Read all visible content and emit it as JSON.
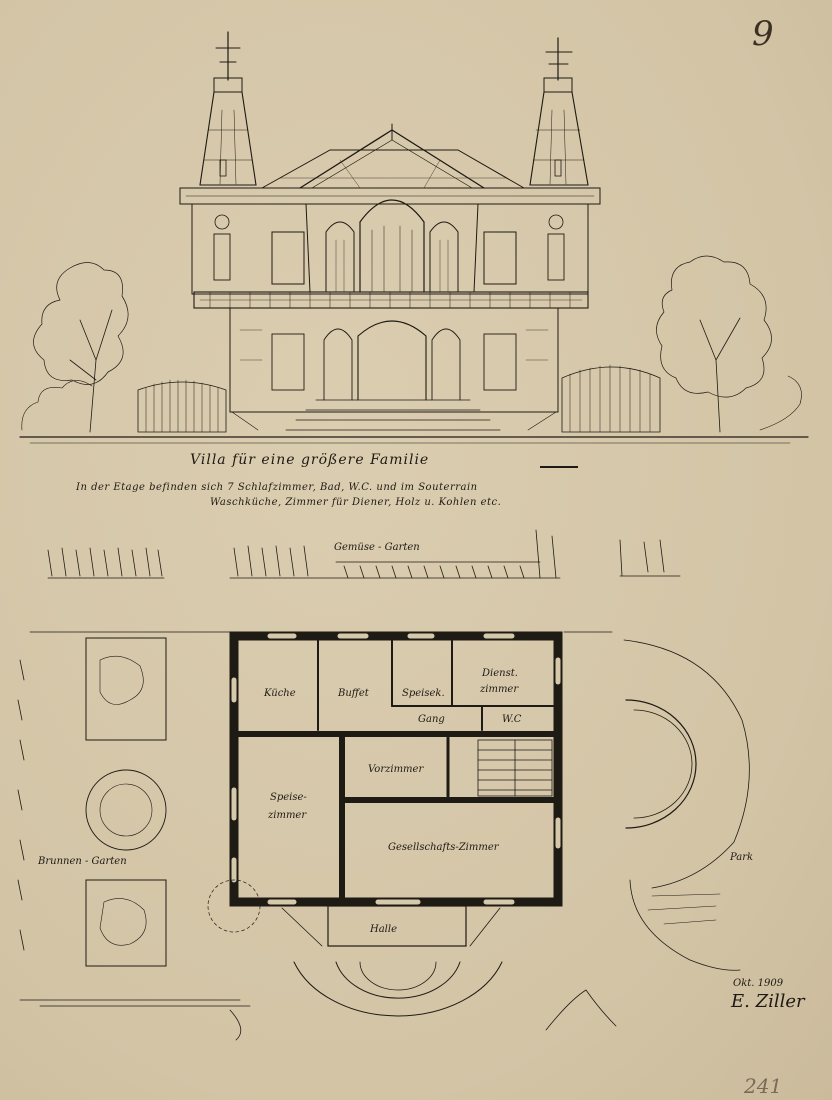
{
  "sheet": {
    "page_number": "9",
    "title": "Villa für eine größere Familie",
    "description_line1": "In der Etage befinden sich 7 Schlafzimmer, Bad, W.C. und im Souterrain",
    "description_line2": "Waschküche, Zimmer für Diener, Holz u. Kohlen etc.",
    "garden_label": "Gemüse - Garten",
    "left_garden_label": "Brunnen - Garten",
    "park_label": "Park",
    "date": "Okt. 1909",
    "signature": "E. Ziller",
    "inventory_number": "241"
  },
  "plan": {
    "rooms": {
      "kueche": "Küche",
      "buffet": "Buffet",
      "speisekammer": "Speisek.",
      "dienstzimmer_1": "Dienst.",
      "dienstzimmer_2": "zimmer",
      "gang": "Gang",
      "wc": "W.C",
      "vorzimmer": "Vorzimmer",
      "speisezimmer_1": "Speise-",
      "speisezimmer_2": "zimmer",
      "gesellschaftszimmer": "Gesellschafts-Zimmer",
      "halle": "Halle"
    }
  },
  "colors": {
    "paper": "#d6c8aa",
    "ink": "#1e1a14"
  }
}
